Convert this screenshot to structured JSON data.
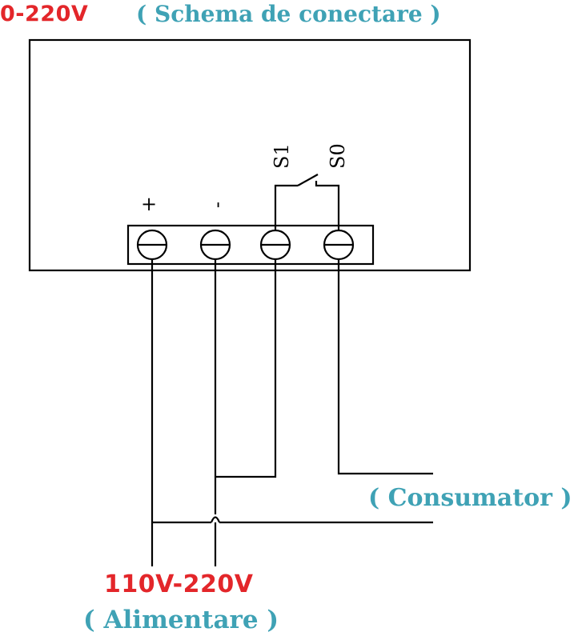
{
  "header": {
    "voltage_label": "0-220V",
    "title": "( Schema de conectare )"
  },
  "terminals": {
    "plus": "+",
    "minus": "-",
    "s1": "S1",
    "s0": "S0"
  },
  "supply": {
    "voltage": "110V-220V",
    "caption": "( Alimentare )"
  },
  "load": {
    "caption": "( Consumator )"
  },
  "colors": {
    "voltage_red": "#e3262a",
    "caption_blue": "#3fa2b5",
    "line": "#000000"
  }
}
